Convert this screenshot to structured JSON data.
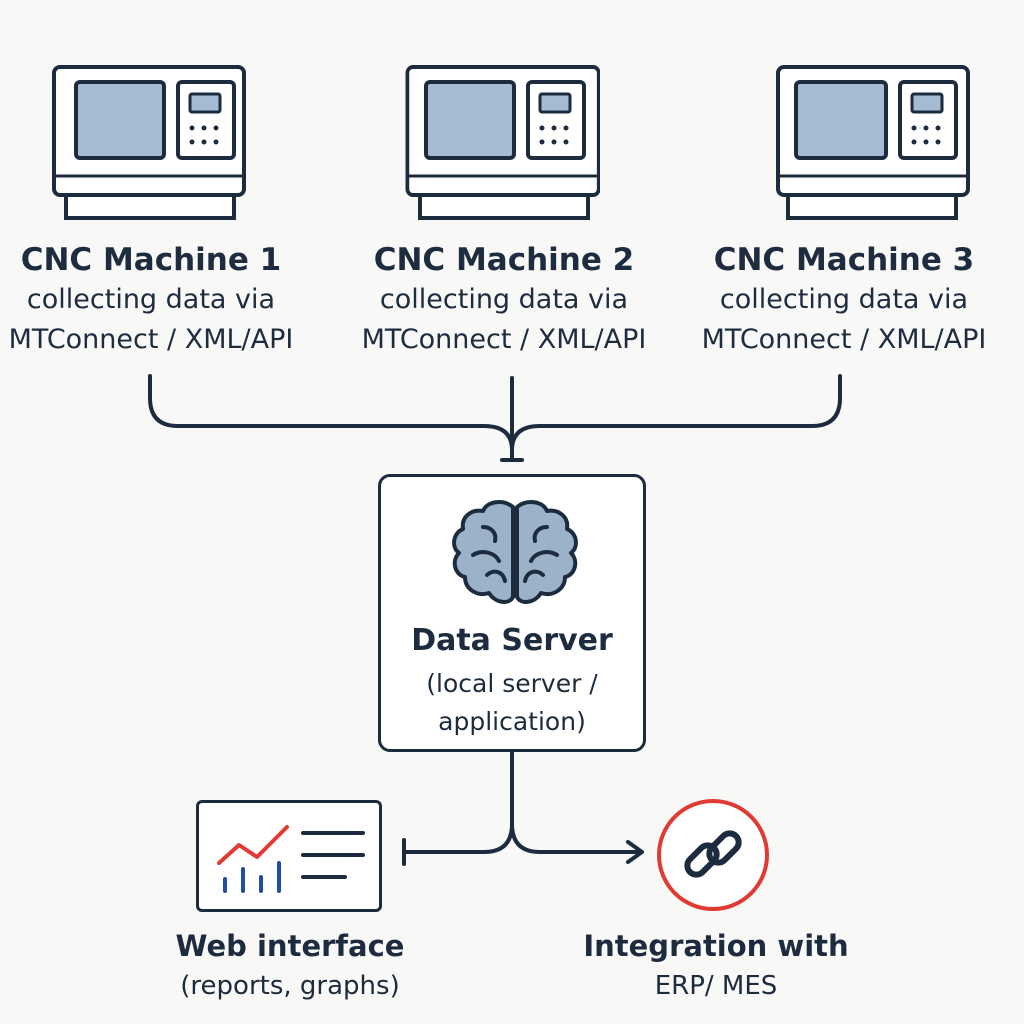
{
  "machines": [
    {
      "title": "CNC Machine 1",
      "line1": "collecting data via",
      "line2": "MTConnect / XML/API",
      "icon": "cnc-machine-icon"
    },
    {
      "title": "CNC Machine 2",
      "line1": "collecting data via",
      "line2": "MTConnect / XML/API",
      "icon": "cnc-machine-icon"
    },
    {
      "title": "CNC Machine 3",
      "line1": "collecting data via",
      "line2": "MTConnect / XML/API",
      "icon": "cnc-machine-icon"
    }
  ],
  "server": {
    "title": "Data Server",
    "line1": "(local server /",
    "line2": "application)",
    "icon": "brain-icon"
  },
  "outputs": {
    "web": {
      "title": "Web interface",
      "desc": "(reports, graphs)",
      "icon": "dashboard-chart-icon"
    },
    "integration": {
      "title": "Integration with",
      "desc": "ERP/ MES",
      "icon": "link-icon"
    }
  },
  "colors": {
    "ink": "#1c2b3e",
    "screen_fill": "#a5bbd1",
    "brain_fill": "#9cb2c8",
    "accent_red": "#e03a35",
    "chart_blue": "#1f4fa8",
    "background": "#f8f8f7"
  }
}
